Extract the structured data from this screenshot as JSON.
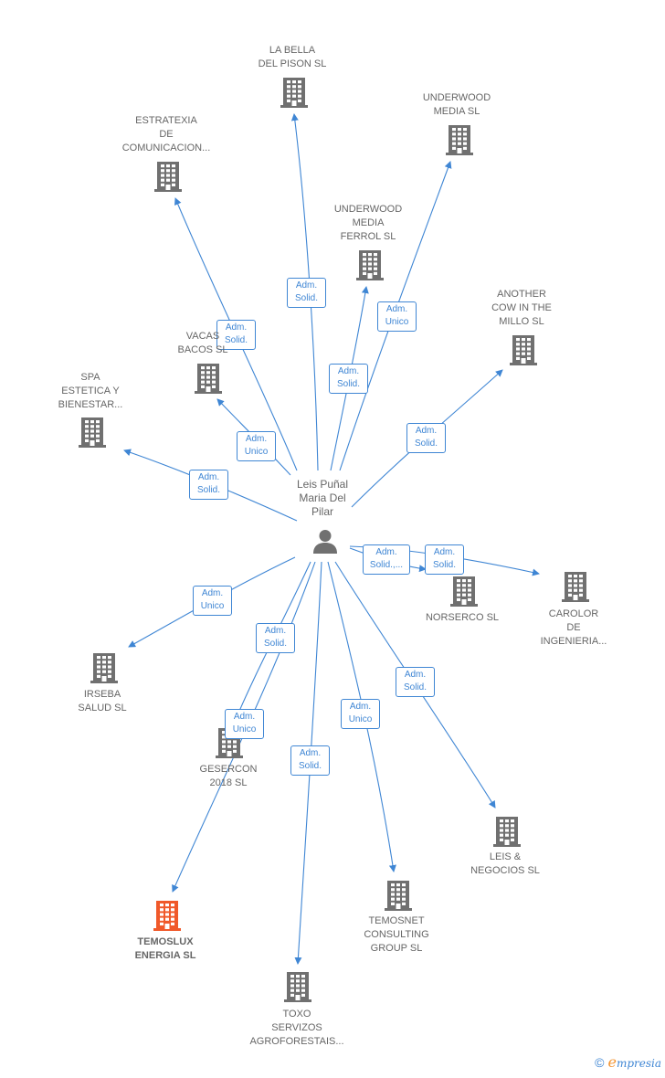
{
  "center": {
    "name_lines": [
      "Leis Puñal",
      "Maria Del",
      "Pilar"
    ],
    "icon": "person-icon"
  },
  "companies": [
    {
      "id": "la-bella",
      "lines": [
        "LA BELLA",
        "DEL PISON  SL"
      ],
      "role": [
        "Adm.",
        "Solid."
      ]
    },
    {
      "id": "underwood-media",
      "lines": [
        "UNDERWOOD",
        "MEDIA  SL"
      ],
      "role": [
        "Adm.",
        "Unico"
      ]
    },
    {
      "id": "estratexia",
      "lines": [
        "ESTRATEXIA",
        "DE",
        "COMUNICACION..."
      ],
      "role": [
        "Adm.",
        "Solid."
      ]
    },
    {
      "id": "underwood-ferrol",
      "lines": [
        "UNDERWOOD",
        "MEDIA",
        "FERROL  SL"
      ],
      "role": [
        "Adm.",
        "Solid."
      ]
    },
    {
      "id": "another-cow",
      "lines": [
        "ANOTHER",
        "COW IN THE",
        "MILLO  SL"
      ],
      "role": [
        "Adm.",
        "Solid."
      ]
    },
    {
      "id": "vacas-bacos",
      "lines": [
        "VACAS",
        "BACOS  SL"
      ],
      "role": [
        "Adm.",
        "Unico"
      ]
    },
    {
      "id": "spa",
      "lines": [
        "SPA",
        "ESTETICA Y",
        "BIENESTAR..."
      ],
      "role": [
        "Adm.",
        "Solid."
      ]
    },
    {
      "id": "norserco",
      "lines": [
        "NORSERCO SL"
      ],
      "role": [
        "Adm.",
        "Solid.,..."
      ]
    },
    {
      "id": "carolor",
      "lines": [
        "CAROLOR",
        "DE",
        "INGENIERIA..."
      ],
      "role": [
        "Adm.",
        "Solid."
      ]
    },
    {
      "id": "irseba",
      "lines": [
        "IRSEBA",
        "SALUD  SL"
      ],
      "role": [
        "Adm.",
        "Unico"
      ]
    },
    {
      "id": "gesercon",
      "lines": [
        "GESERCON",
        "2018  SL"
      ],
      "role": [
        "Adm.",
        "Unico"
      ]
    },
    {
      "id": "temoslux",
      "lines": [
        "TEMOSLUX",
        "ENERGIA  SL"
      ],
      "role": [
        "Adm.",
        "Solid."
      ]
    },
    {
      "id": "toxo",
      "lines": [
        "TOXO",
        "SERVIZOS",
        "AGROFORESTAIS..."
      ],
      "role": [
        "Adm.",
        "Solid."
      ]
    },
    {
      "id": "temosnet",
      "lines": [
        "TEMOSNET",
        "CONSULTING",
        "GROUP  SL"
      ],
      "role": [
        "Adm.",
        "Unico"
      ]
    },
    {
      "id": "leis-negocios",
      "lines": [
        "LEIS &",
        "NEGOCIOS  SL"
      ],
      "role": [
        "Adm.",
        "Solid."
      ]
    }
  ],
  "colors": {
    "edge": "#3f86d4",
    "building": "#707070",
    "building_highlight": "#f0592a",
    "person": "#707070",
    "label": "#666666"
  },
  "brand": {
    "copyright": "©",
    "first_letter": "e",
    "rest": "mpresia"
  }
}
